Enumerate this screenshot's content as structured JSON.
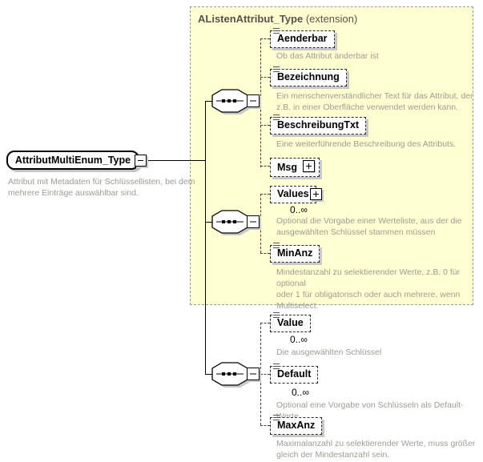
{
  "root": {
    "name": "AttributMultiEnum_Type",
    "description": "Attribut mit Metadaten für Schlüssellisten, bei dem\nmehrere Einträge auswählbar sind."
  },
  "extension": {
    "name": "AListenAttribut_Type",
    "label": "(extension)"
  },
  "elements": [
    {
      "name": "Aenderbar",
      "description": "Ob das Attribut änderbar ist"
    },
    {
      "name": "Bezeichnung",
      "description": "Ein menschenverständlicher Text für das Attribut, der\nz.B. in einer Oberfläche verwendet werden kann."
    },
    {
      "name": "BeschreibungTxt",
      "description": "Eine weiterführende Beschreibung des Attributs."
    },
    {
      "name": "Msg"
    },
    {
      "name": "Values",
      "cardinality": "0..∞",
      "description": "Optional die Vorgabe einer Werteliste, aus der die\nausgewählten Schlüssel stammen müssen"
    },
    {
      "name": "MinAnz",
      "description": "Mindestanzahl zu selektierender Werte, z.B. 0 für optional\noder 1 für obligatorisch oder auch mehrere, wenn\nMultiselect."
    },
    {
      "name": "Value",
      "cardinality": "0..∞",
      "description": "Die ausgewählten Schlüssel"
    },
    {
      "name": "Default",
      "cardinality": "0..∞",
      "description": "Optional eine Vorgabe von Schlüsseln als Default-Werte"
    },
    {
      "name": "MaxAnz",
      "description": "Maximalanzahl zu selektierender Werte, muss größer\ngleich der Mindestanzahl sein."
    }
  ],
  "colors": {
    "extension_fill": "#ffffd2",
    "extension_border": "#9c9c9c",
    "title_text": "#55534b",
    "description_text": "#9c9c94",
    "shadow": "#c8c8c8",
    "line": "#000000"
  }
}
